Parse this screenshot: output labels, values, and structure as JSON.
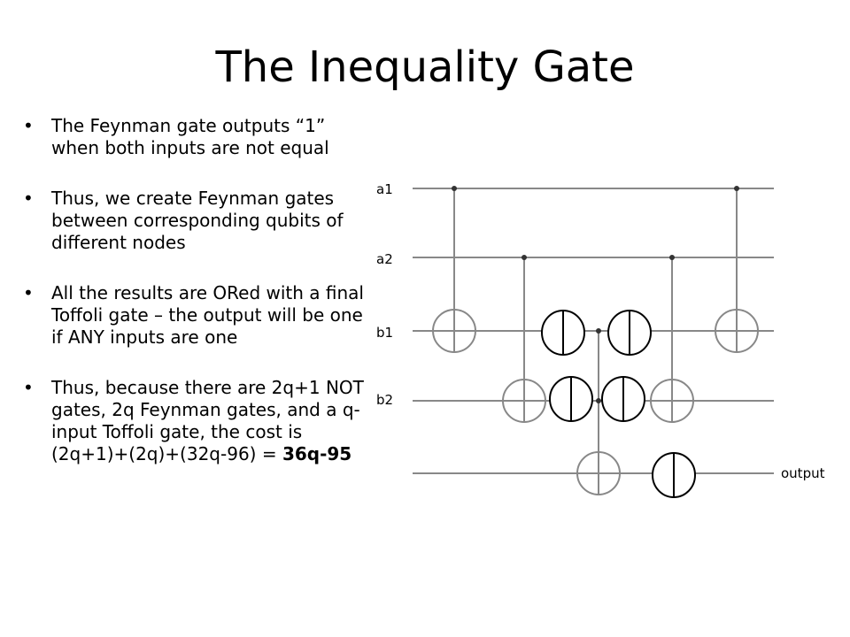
{
  "slide": {
    "title": "The Inequality Gate",
    "bullets": [
      {
        "text": "The Feynman gate outputs “1” when both inputs are not equal"
      },
      {
        "text": "Thus, we create Feynman gates between corresponding qubits of different nodes"
      },
      {
        "text": "All the results are ORed with a final Toffoli gate – the output will be one if ANY inputs are one"
      },
      {
        "text": "Thus, because there are 2q+1 NOT gates, 2q Feynman gates, and a q-input Toffoli gate, the cost is (2q+1)+(2q)+(32q-96) = ",
        "bold": "36q-95"
      }
    ]
  },
  "circuit": {
    "wire_labels": [
      "a1",
      "a2",
      "b1",
      "b2",
      "output"
    ]
  }
}
